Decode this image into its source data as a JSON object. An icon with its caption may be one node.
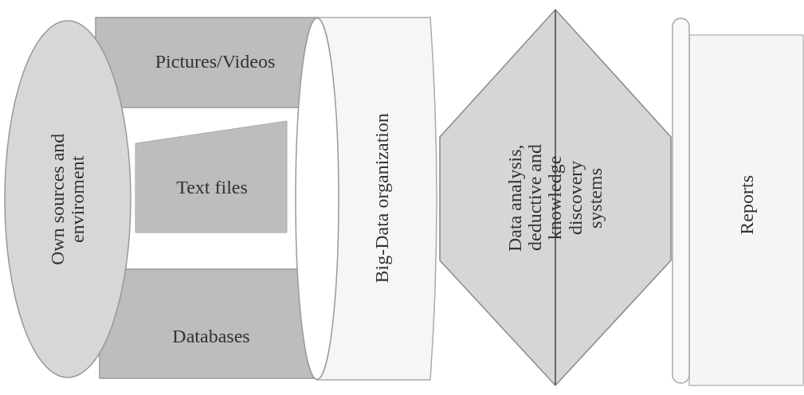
{
  "diagram": {
    "nodes": [
      {
        "text": [
          "Own sources and enviroment"
        ]
      },
      {
        "text": [
          "Pictures/Videos"
        ]
      },
      {
        "text": [
          "Text files"
        ]
      },
      {
        "text": [
          "Databases"
        ]
      },
      {
        "text": [
          "Big-Data organization"
        ]
      },
      {
        "text": [
          "Data analysis, deductive and knowledge discovery systems"
        ]
      },
      {
        "text": [
          "Reports"
        ]
      }
    ]
  }
}
